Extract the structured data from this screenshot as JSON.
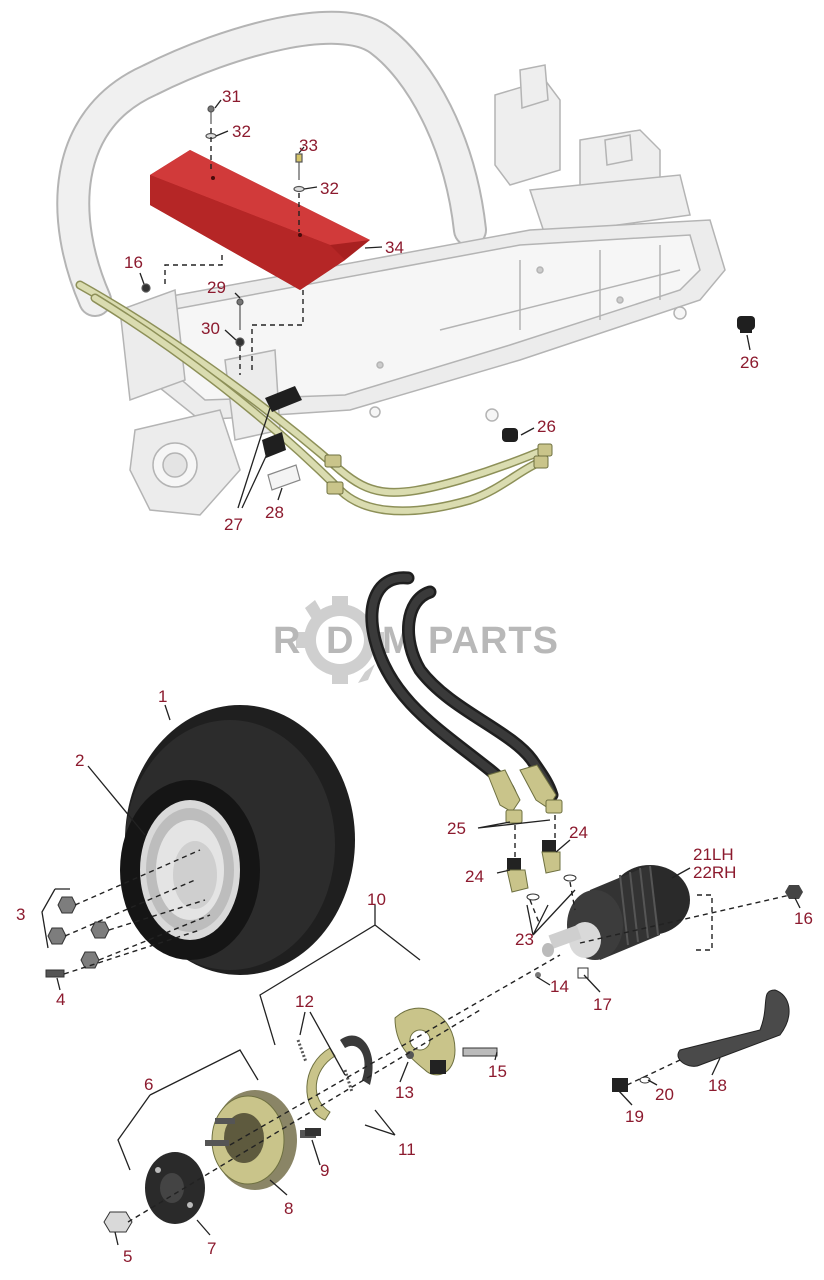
{
  "watermark": {
    "brand_letters": [
      "R",
      "D",
      "M"
    ],
    "brand_word": "PARTS"
  },
  "colors": {
    "callout": "#8c1a2e",
    "frame": "#e6e6e6",
    "frame_stroke": "#b4b4b4",
    "tube": "#dadcb0",
    "tube_stroke": "#8d9058",
    "cover": "#c42a2a",
    "tire": "#1f1f1f",
    "brass": "#c9c48a"
  },
  "top_assembly": {
    "callouts": [
      {
        "id": "c31",
        "label": "31"
      },
      {
        "id": "c32a",
        "label": "32"
      },
      {
        "id": "c33",
        "label": "33"
      },
      {
        "id": "c32b",
        "label": "32"
      },
      {
        "id": "c34",
        "label": "34"
      },
      {
        "id": "c16a",
        "label": "16"
      },
      {
        "id": "c29",
        "label": "29"
      },
      {
        "id": "c30",
        "label": "30"
      },
      {
        "id": "c26a",
        "label": "26"
      },
      {
        "id": "c26b",
        "label": "26"
      },
      {
        "id": "c27",
        "label": "27"
      },
      {
        "id": "c28",
        "label": "28"
      }
    ]
  },
  "wheel_assembly": {
    "callouts": [
      {
        "id": "c1",
        "label": "1"
      },
      {
        "id": "c2",
        "label": "2"
      },
      {
        "id": "c3",
        "label": "3"
      },
      {
        "id": "c4",
        "label": "4"
      },
      {
        "id": "c5",
        "label": "5"
      },
      {
        "id": "c6",
        "label": "6"
      },
      {
        "id": "c7",
        "label": "7"
      },
      {
        "id": "c8",
        "label": "8"
      },
      {
        "id": "c9",
        "label": "9"
      },
      {
        "id": "c10",
        "label": "10"
      },
      {
        "id": "c11",
        "label": "11"
      },
      {
        "id": "c12",
        "label": "12"
      },
      {
        "id": "c13",
        "label": "13"
      },
      {
        "id": "c14",
        "label": "14"
      },
      {
        "id": "c15",
        "label": "15"
      },
      {
        "id": "c16b",
        "label": "16"
      },
      {
        "id": "c17",
        "label": "17"
      },
      {
        "id": "c18",
        "label": "18"
      },
      {
        "id": "c19",
        "label": "19"
      },
      {
        "id": "c20",
        "label": "20"
      },
      {
        "id": "c21",
        "label": "21LH"
      },
      {
        "id": "c22",
        "label": "22RH"
      },
      {
        "id": "c23",
        "label": "23"
      },
      {
        "id": "c24a",
        "label": "24"
      },
      {
        "id": "c24b",
        "label": "24"
      },
      {
        "id": "c25",
        "label": "25"
      }
    ]
  }
}
